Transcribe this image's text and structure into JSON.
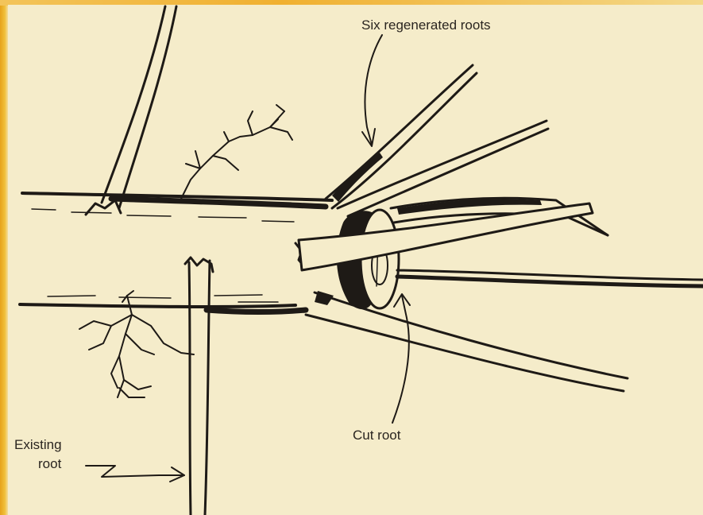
{
  "labels": {
    "regenerated": "Six regenerated roots",
    "cut": "Cut root",
    "existing_line1": "Existing",
    "existing_line2": "root"
  },
  "colors": {
    "frame": "#e8a020",
    "paper": "#f5ecca",
    "ink": "#1e1a16"
  }
}
